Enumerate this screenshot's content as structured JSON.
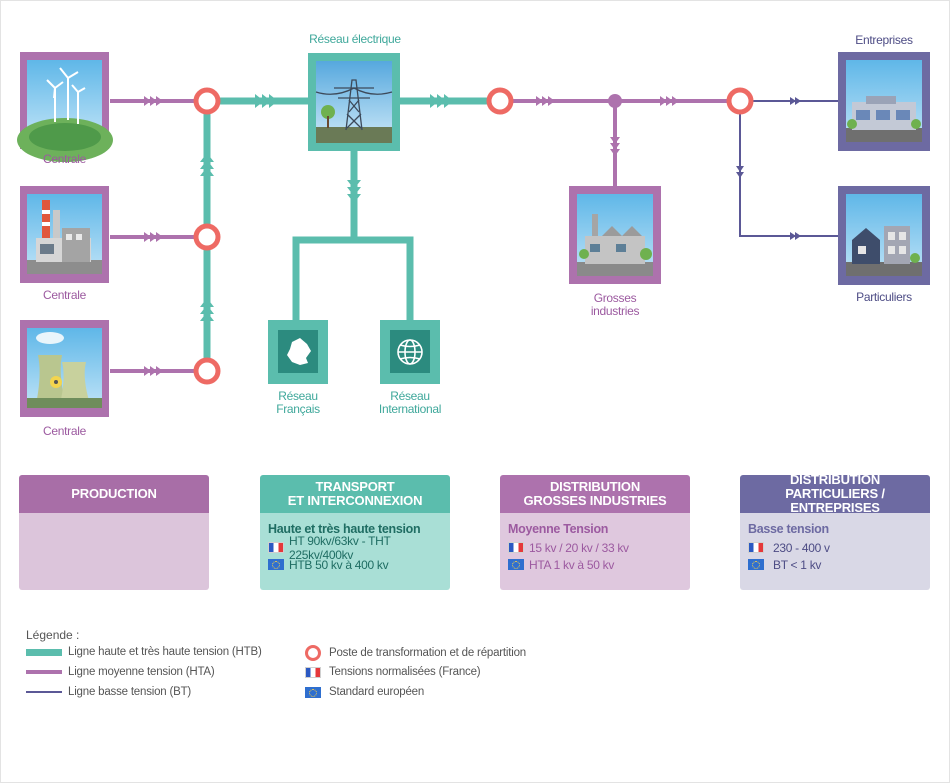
{
  "diagram": {
    "top_label": "Réseau électrique",
    "labels": {
      "centrale_1": "Centrale",
      "centrale_2": "Centrale",
      "centrale_3": "Centrale",
      "reseau_francais": "Réseau\nFrançais",
      "reseau_international": "Réseau\nInternational",
      "grosses_industries": "Grosses\nindustries",
      "entreprises": "Entreprises",
      "particuliers": "Particuliers"
    },
    "icons": [
      "wind-turbine",
      "factory",
      "nuclear-plant",
      "pylon",
      "france-map",
      "globe",
      "industry",
      "business",
      "houses"
    ]
  },
  "boxes": {
    "production": {
      "title": "PRODUCTION",
      "color": "#a86ea7",
      "body_color": "#dcc5db"
    },
    "transport": {
      "title": "TRANSPORT\nET INTERCONNEXION",
      "color": "#5bbdad",
      "body_color": "#a9dfd6",
      "subtitle": "Haute et très haute tension",
      "rows": [
        "HT 90kv/63kv - THT 225kv/400kv",
        "HTB 50 kv à 400 kv"
      ]
    },
    "distribution_gi": {
      "title": "DISTRIBUTION\nGROSSES INDUSTRIES",
      "color": "#ad72ad",
      "body_color": "#dfc8de",
      "subtitle": "Moyenne Tension",
      "rows": [
        "15 kv / 20 kv / 33 kv",
        "HTA 1 kv à 50 kv"
      ]
    },
    "distribution_pe": {
      "title": "DISTRIBUTION\nPARTICULIERS / ENTREPRISES",
      "color": "#6d6aa2",
      "body_color": "#d9d8e6",
      "subtitle": "Basse tension",
      "rows": [
        "230 - 400 v",
        "BT < 1 kv"
      ]
    }
  },
  "legend": {
    "title": "Légende :",
    "htb": "Ligne haute et très haute tension (HTB)",
    "hta": "Ligne moyenne tension (HTA)",
    "bt": "Ligne basse tension (BT)",
    "poste": "Poste de transformation et de répartition",
    "france": "Tensions normalisées (France)",
    "europe": "Standard européen"
  },
  "colors": {
    "teal": "#5bbdad",
    "purple": "#ad72ad",
    "navy": "#5b5896",
    "ring": "#ee6a64"
  }
}
